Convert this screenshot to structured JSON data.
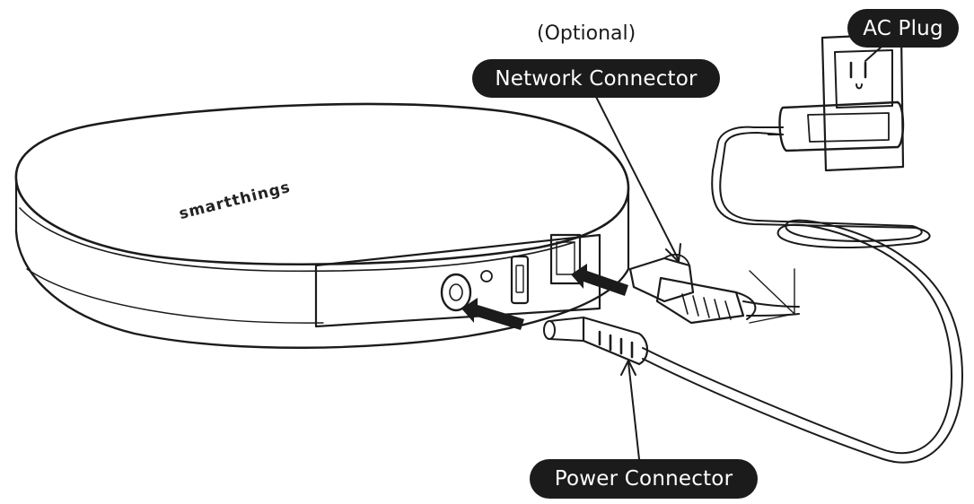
{
  "labels": {
    "optional": "(Optional)",
    "network_connector": "Network Connector",
    "ac_plug": "AC Plug",
    "power_connector": "Power Connector"
  },
  "device": {
    "brand": "smartthings"
  },
  "colors": {
    "line": "#1b1b1b",
    "label_fill": "#1b1b1b",
    "label_text": "#ffffff",
    "background": "#ffffff"
  }
}
